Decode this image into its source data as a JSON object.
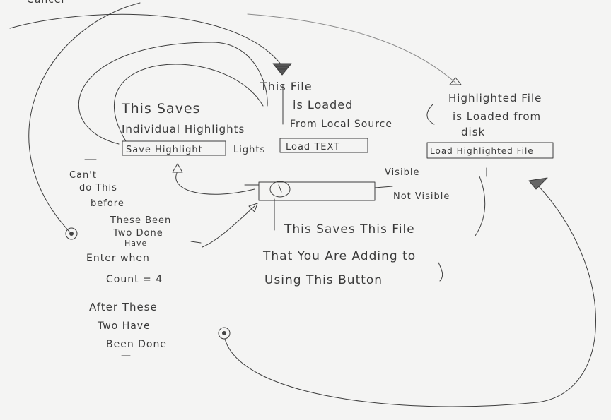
{
  "top_fragment": "Cancel",
  "save_note": [
    "This Saves",
    "Individual Highlights"
  ],
  "save_button_label": "Save Highlight",
  "lights_fragment": "Lights",
  "load_note": [
    "This File",
    "is Loaded",
    "From Local Source"
  ],
  "load_text_label": "Load TEXT",
  "highlight_note": [
    "Highlighted File",
    "is Loaded from",
    "disk"
  ],
  "load_highlight_label": "Load Highlighted File",
  "visibility_note": [
    "Visible",
    "Not Visible"
  ],
  "cant_note": [
    "Can't",
    "do This",
    "before",
    "These Been",
    "Two Done",
    "Have"
  ],
  "enter_note": [
    "Enter when",
    "Count = 4",
    "After These",
    "Two Have",
    "Been Done"
  ],
  "saves_file_note": [
    "This Saves This File",
    "That You Are Adding to",
    "Using This Button"
  ],
  "stroke_color": "#3d3d3d",
  "background_color": "#f4f4f3"
}
